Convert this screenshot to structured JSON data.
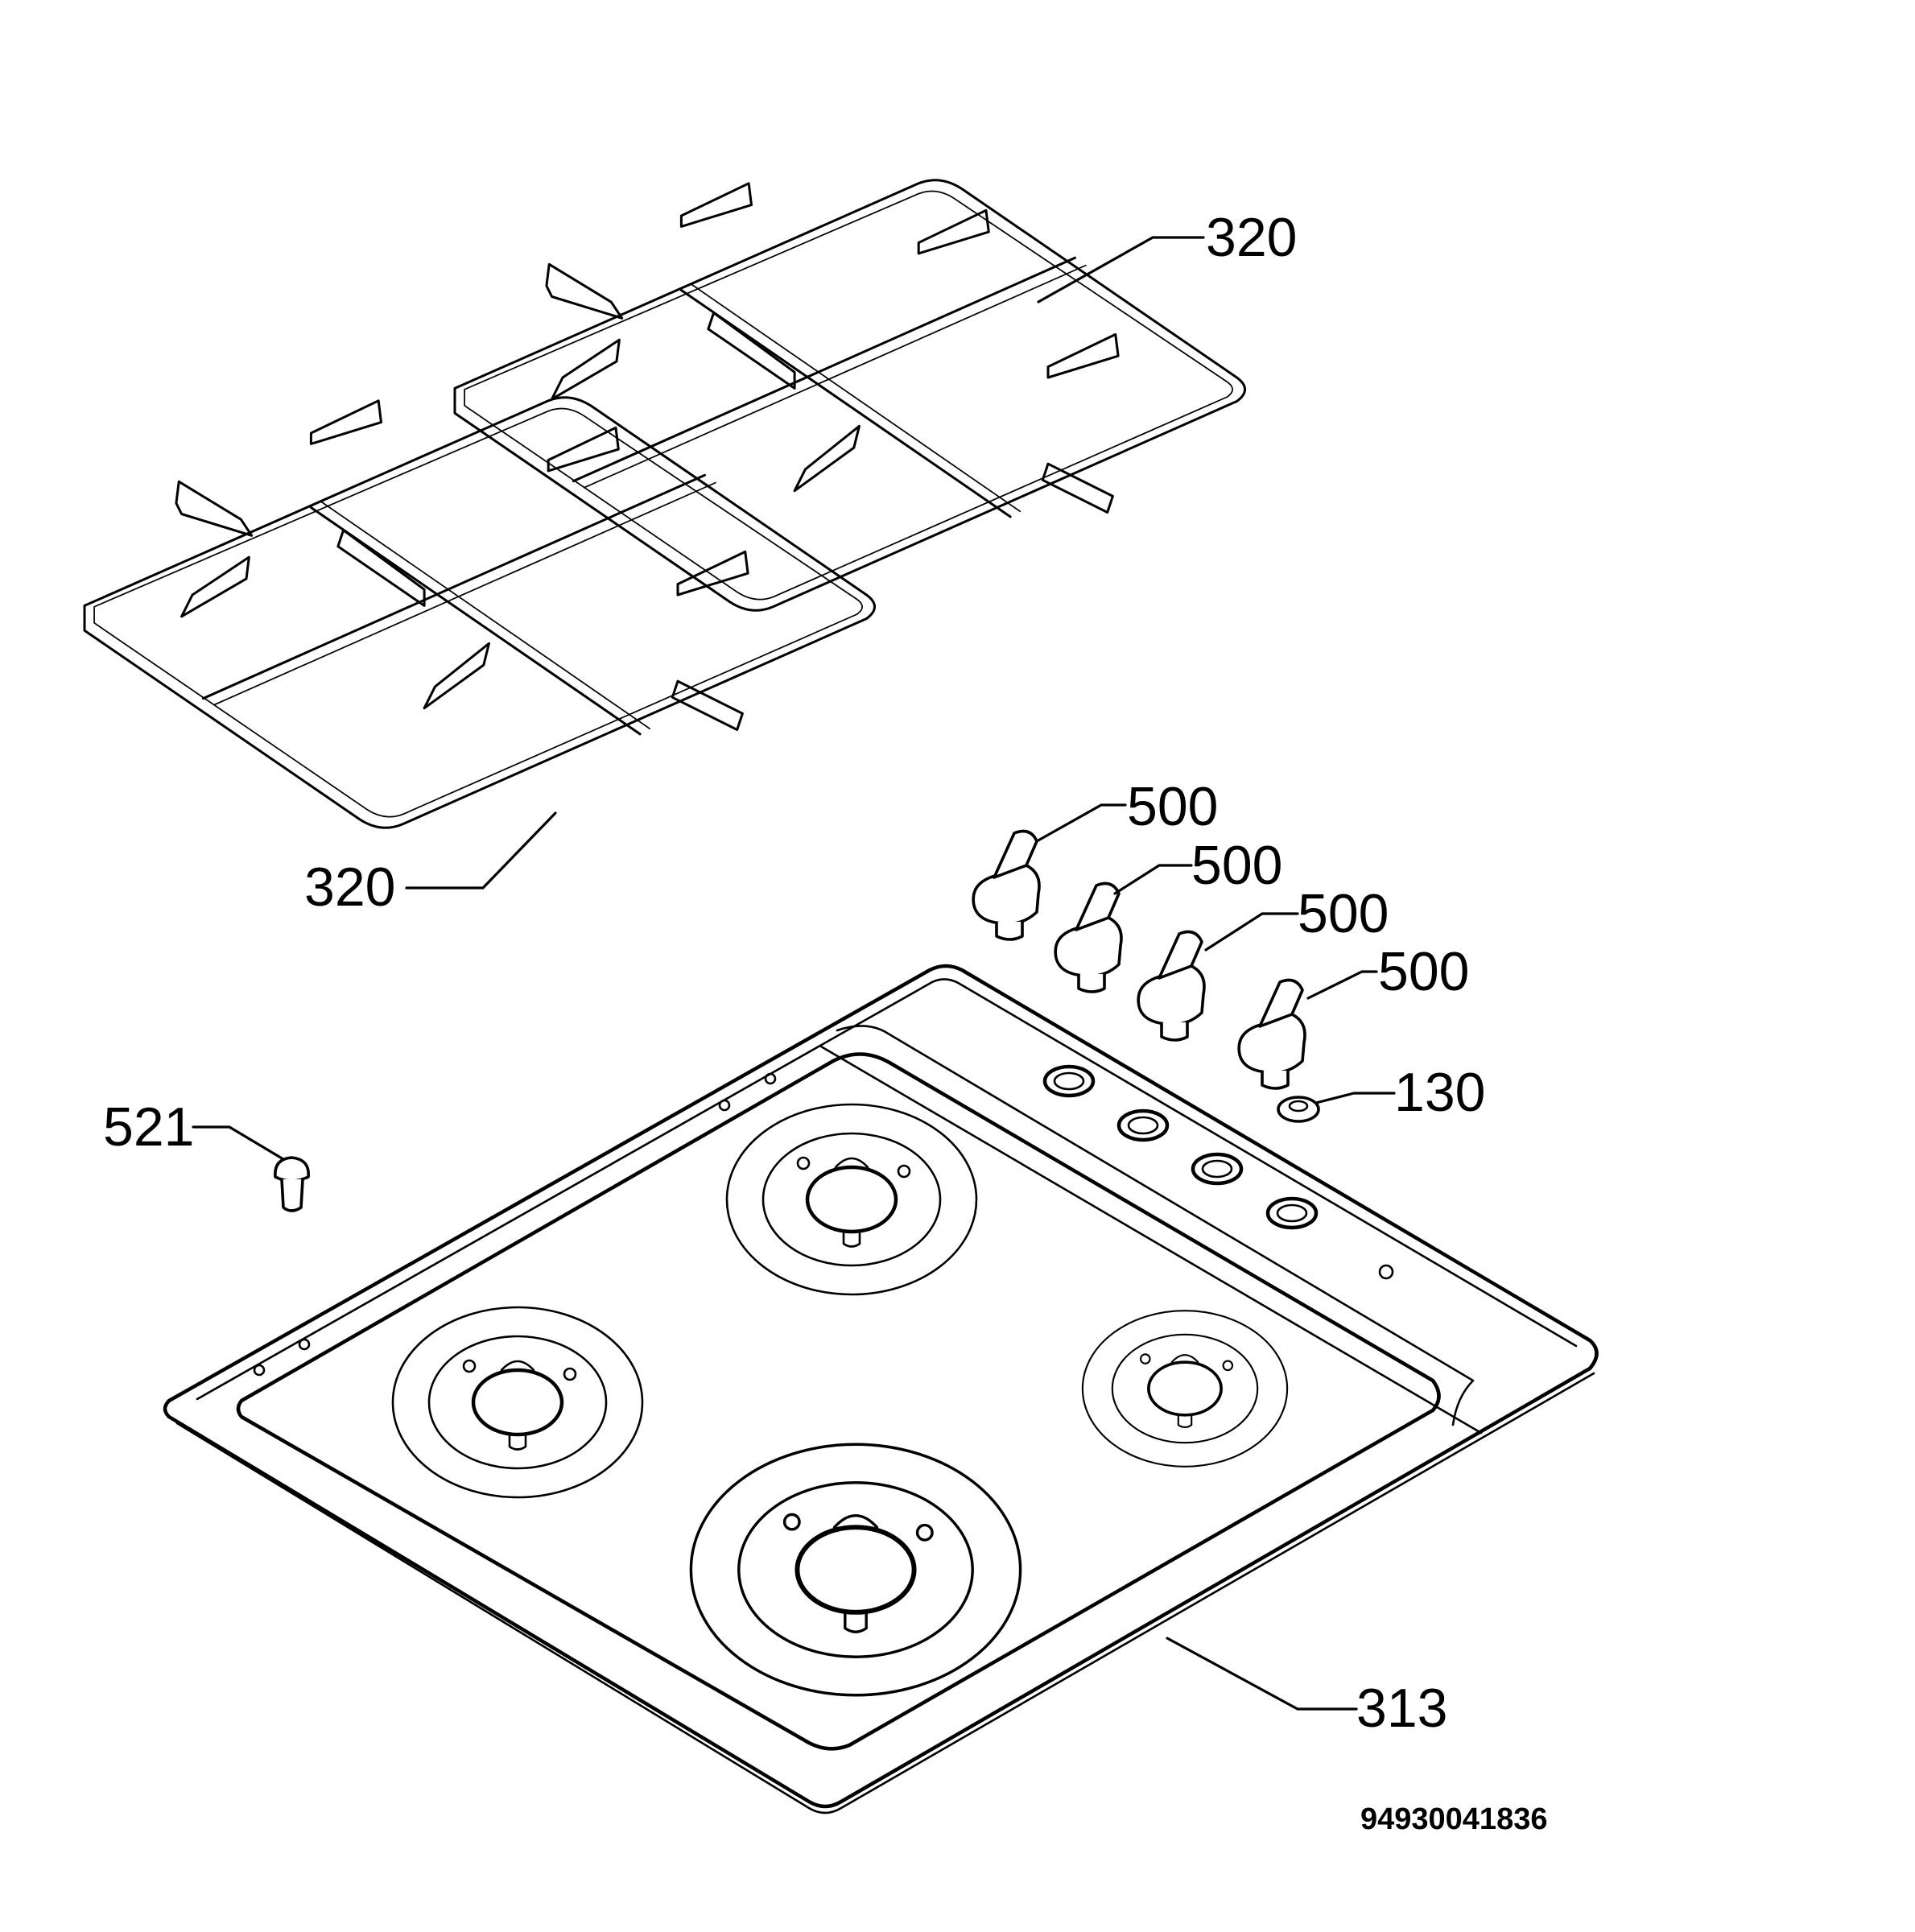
{
  "labels": {
    "grid_top": "320",
    "grid_left": "320",
    "knob_1": "500",
    "knob_2": "500",
    "knob_3": "500",
    "knob_4": "500",
    "washer": "130",
    "screw": "521",
    "hob_top": "313"
  },
  "document_number": "94930041836"
}
